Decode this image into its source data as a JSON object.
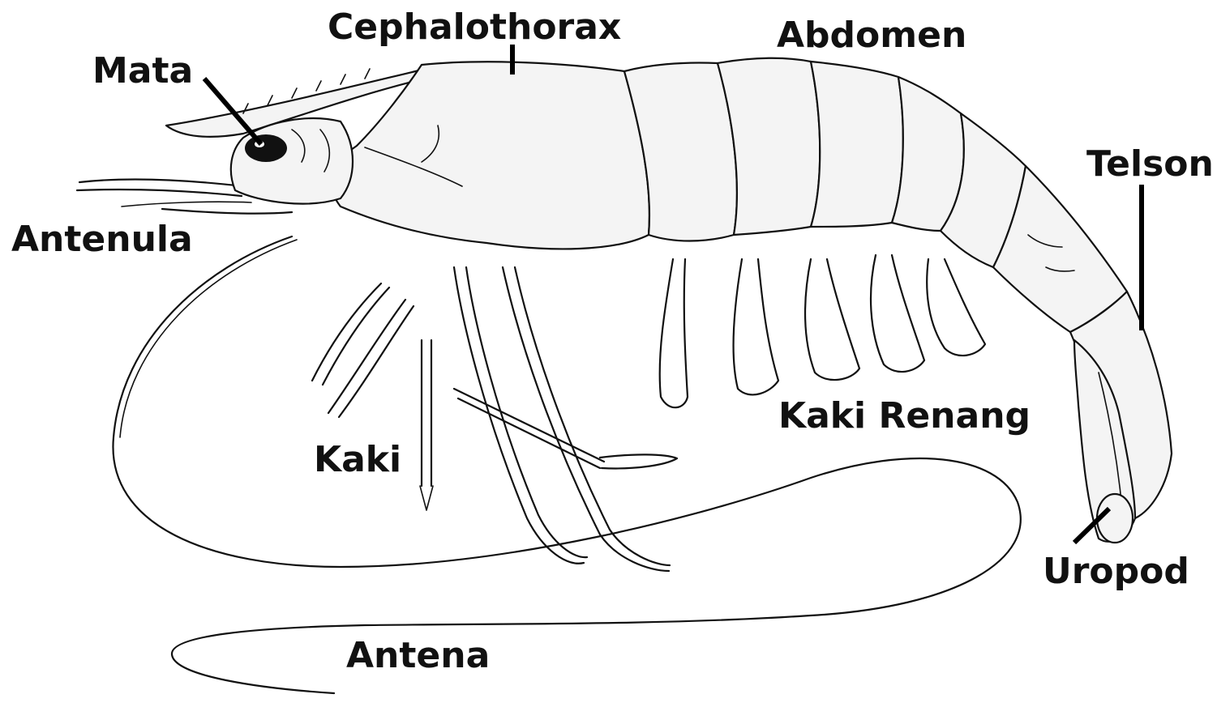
{
  "diagram": {
    "labels": {
      "cephalothorax": "Cephalothorax",
      "abdomen": "Abdomen",
      "mata": "Mata",
      "telson": "Telson",
      "antenula": "Antenula",
      "kaki": "Kaki",
      "kaki_renang": "Kaki Renang",
      "uropod": "Uropod",
      "antena": "Antena"
    },
    "colors": {
      "ink": "#111111",
      "body_fill": "#f4f4f4",
      "background": "#ffffff"
    }
  }
}
